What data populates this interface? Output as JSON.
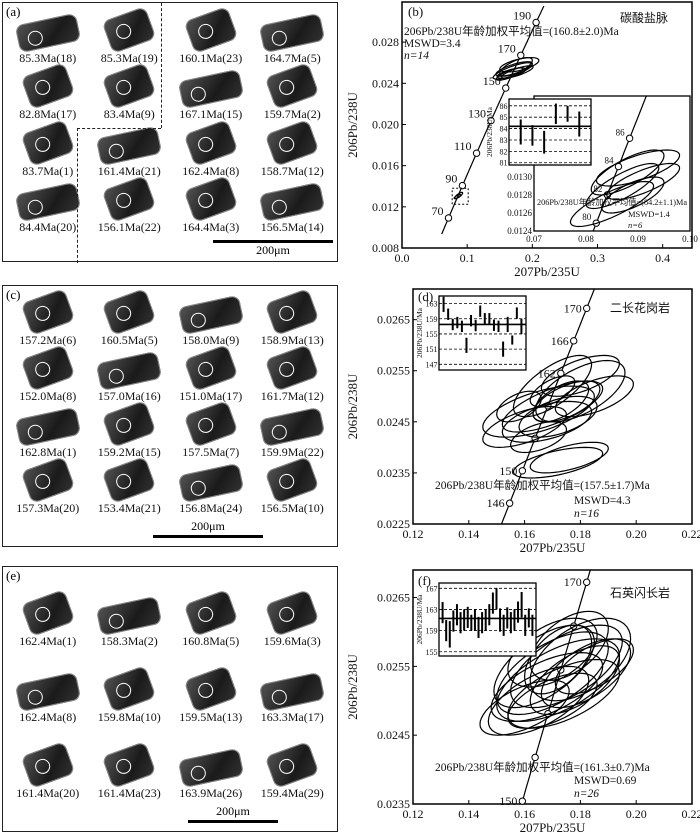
{
  "panels_left": [
    {
      "label": "(a)",
      "scale": "200μm",
      "zircons": [
        "85.3Ma(18)",
        "85.3Ma(19)",
        "160.1Ma(23)",
        "164.7Ma(5)",
        "82.8Ma(17)",
        "83.4Ma(9)",
        "167.1Ma(15)",
        "159.7Ma(2)",
        "83.7Ma(1)",
        "161.4Ma(21)",
        "162.4Ma(8)",
        "158.7Ma(12)",
        "84.4Ma(20)",
        "156.1Ma(22)",
        "164.4Ma(3)",
        "156.5Ma(14)"
      ]
    },
    {
      "label": "(c)",
      "scale": "200μm",
      "zircons": [
        "157.2Ma(6)",
        "160.5Ma(5)",
        "158.0Ma(9)",
        "158.9Ma(13)",
        "152.0Ma(8)",
        "157.0Ma(16)",
        "151.0Ma(17)",
        "161.7Ma(12)",
        "162.8Ma(1)",
        "159.2Ma(15)",
        "157.5Ma(7)",
        "159.9Ma(22)",
        "157.3Ma(20)",
        "153.4Ma(21)",
        "156.8Ma(24)",
        "156.5Ma(10)"
      ]
    },
    {
      "label": "(e)",
      "scale": "200μm",
      "zircons": [
        "162.4Ma(1)",
        "158.3Ma(2)",
        "160.8Ma(5)",
        "159.6Ma(3)",
        "162.4Ma(8)",
        "159.8Ma(10)",
        "159.5Ma(13)",
        "163.3Ma(17)",
        "161.4Ma(20)",
        "161.4Ma(23)",
        "163.9Ma(26)",
        "159.4Ma(29)"
      ]
    }
  ],
  "chart_data": [
    {
      "type": "scatter",
      "panel": "(b)",
      "title": "碳酸盐脉",
      "xlabel": "207Pb/235U",
      "ylabel": "206Pb/238U",
      "xlim": [
        0,
        0.445
      ],
      "ylim": [
        0.008,
        0.0319
      ],
      "xticks": [
        "0.0",
        "0.1",
        "0.2",
        "0.3",
        "0.4"
      ],
      "xtick_values": [
        0,
        0.1,
        0.2,
        0.3,
        0.4
      ],
      "yticks": [
        "0.008",
        "0.012",
        "0.016",
        "0.020",
        "0.024",
        "0.028"
      ],
      "ytick_values": [
        0.008,
        0.012,
        0.016,
        0.02,
        0.024,
        0.028
      ],
      "concordia_ages": [
        60,
        200
      ],
      "age_markers": [
        70,
        90,
        110,
        130,
        150,
        170,
        190
      ],
      "age_labels": [
        "70",
        "90",
        "110",
        "130",
        "150",
        "170",
        "190"
      ],
      "annotation": [
        "206Pb/238U年龄加权平均值=(160.8±2.0)Ma",
        "MSWD=3.4",
        "n=14"
      ],
      "ellipses": [
        [
          0.17,
          0.0252,
          0.03,
          0.0008,
          0.8
        ],
        [
          0.175,
          0.0256,
          0.025,
          0.0009,
          0.7
        ],
        [
          0.18,
          0.0258,
          0.03,
          0.0007,
          0.6
        ],
        [
          0.165,
          0.0249,
          0.02,
          0.0006,
          0.8
        ],
        [
          0.172,
          0.0254,
          0.028,
          0.0007,
          0.75
        ],
        [
          0.168,
          0.025,
          0.022,
          0.0005,
          0.7
        ],
        [
          0.177,
          0.0251,
          0.024,
          0.0006,
          0.8
        ],
        [
          0.087,
          0.0131,
          0.006,
          0.0003,
          0.8
        ],
        [
          0.085,
          0.013,
          0.005,
          0.0002,
          0.8
        ]
      ],
      "inset": {
        "xlim": [
          0.07,
          0.1
        ],
        "ylim": [
          0.0124,
          0.0133
        ],
        "xticks": [
          "0.07",
          "0.08",
          "0.09",
          "0.10"
        ],
        "xtick_values": [
          0.07,
          0.08,
          0.09,
          0.1
        ],
        "yticks": [
          "0.0124",
          "0.0126",
          "0.0128",
          "0.0130"
        ],
        "ytick_values": [
          0.0124,
          0.0126,
          0.0128,
          0.013
        ],
        "age_markers": [
          80,
          82,
          84,
          86
        ],
        "age_labels": [
          "80",
          "82",
          "84",
          "86"
        ],
        "annotation": [
          "206Pb/238U年龄加权平均值=(84.2±1.1)Ma",
          "MSWD=1.4",
          "n=6"
        ],
        "ellipses": [
          [
            0.088,
            0.01305,
            0.007,
            0.00025,
            0.75
          ],
          [
            0.09,
            0.0131,
            0.008,
            0.0002,
            0.7
          ],
          [
            0.087,
            0.0129,
            0.007,
            0.00025,
            0.8
          ],
          [
            0.089,
            0.0128,
            0.006,
            0.0002,
            0.7
          ],
          [
            0.085,
            0.0127,
            0.008,
            0.00025,
            0.8
          ],
          [
            0.091,
            0.01295,
            0.007,
            0.0002,
            0.75
          ]
        ]
      },
      "weighted_mean": {
        "ylabel": "206Pb/238U/Ma",
        "ylim": [
          80.8,
          86.6
        ],
        "ticks": [
          81,
          82,
          83,
          84,
          85,
          86
        ],
        "mean": 84.2,
        "values": [
          [
            83.7,
            1.1
          ],
          [
            83.4,
            0.9
          ],
          [
            82.8,
            1.0
          ],
          [
            85.3,
            0.9
          ],
          [
            85.3,
            0.7
          ],
          [
            84.4,
            1.1
          ]
        ]
      }
    },
    {
      "type": "scatter",
      "panel": "(d)",
      "title": "二长花岗岩",
      "xlabel": "207Pb/235U",
      "ylabel": "206Pb/238U",
      "xlim": [
        0.12,
        0.22
      ],
      "ylim": [
        0.0225,
        0.0271
      ],
      "xticks": [
        "0.12",
        "0.14",
        "0.16",
        "0.18",
        "0.20",
        "0.22"
      ],
      "xtick_values": [
        0.12,
        0.14,
        0.16,
        0.18,
        0.2,
        0.22
      ],
      "yticks": [
        "0.0225",
        "0.0235",
        "0.0245",
        "0.0255",
        "0.0265"
      ],
      "ytick_values": [
        0.0225,
        0.0235,
        0.0245,
        0.0255,
        0.0265
      ],
      "concordia_ages": [
        140,
        175
      ],
      "age_markers": [
        146,
        150,
        154,
        158,
        162,
        166,
        170
      ],
      "age_labels": [
        "146",
        "150",
        "",
        "",
        "162",
        "166",
        "170"
      ],
      "annotation": [
        "206Pb/238U年龄加权平均值=(157.5±1.7)Ma",
        "MSWD=4.3",
        "n=16"
      ],
      "ellipses": [
        [
          0.17,
          0.0252,
          0.014,
          0.0006,
          0.7
        ],
        [
          0.18,
          0.0251,
          0.016,
          0.0006,
          0.6
        ],
        [
          0.165,
          0.0247,
          0.02,
          0.0005,
          0.6
        ],
        [
          0.17,
          0.0248,
          0.018,
          0.0005,
          0.7
        ],
        [
          0.175,
          0.0249,
          0.012,
          0.0004,
          0.6
        ],
        [
          0.168,
          0.0245,
          0.016,
          0.0004,
          0.5
        ],
        [
          0.16,
          0.0244,
          0.015,
          0.0004,
          0.6
        ],
        [
          0.172,
          0.0246,
          0.014,
          0.0004,
          0.5
        ],
        [
          0.165,
          0.0242,
          0.01,
          0.0003,
          0.5
        ],
        [
          0.176,
          0.0238,
          0.014,
          0.0003,
          0.6
        ],
        [
          0.172,
          0.0237,
          0.016,
          0.0003,
          0.6
        ],
        [
          0.18,
          0.0254,
          0.014,
          0.0004,
          0.6
        ],
        [
          0.173,
          0.0249,
          0.01,
          0.0004,
          0.6
        ],
        [
          0.158,
          0.0248,
          0.008,
          0.0003,
          0.5
        ],
        [
          0.185,
          0.025,
          0.014,
          0.0004,
          0.6
        ],
        [
          0.17,
          0.0251,
          0.008,
          0.0003,
          0.6
        ]
      ],
      "weighted_mean": {
        "ylabel": "206Pb/238U/Ma",
        "ylim": [
          145.5,
          165
        ],
        "ticks": [
          147,
          151,
          155,
          159,
          163
        ],
        "mean": 157.5,
        "values": [
          [
            162.8,
            2
          ],
          [
            160.2,
            1.5
          ],
          [
            157.5,
            1.5
          ],
          [
            158,
            1.5
          ],
          [
            157,
            1.5
          ],
          [
            152,
            2
          ],
          [
            158.5,
            1.5
          ],
          [
            157.2,
            1.5
          ],
          [
            161,
            1.5
          ],
          [
            159,
            1.5
          ],
          [
            159,
            1.5
          ],
          [
            157.3,
            1.5
          ],
          [
            157,
            1.5
          ],
          [
            151,
            2
          ],
          [
            157.5,
            2
          ],
          [
            153.4,
            1.2
          ],
          [
            160.5,
            1.5
          ],
          [
            157,
            2
          ]
        ]
      }
    },
    {
      "type": "scatter",
      "panel": "(f)",
      "title": "石英闪长岩",
      "xlabel": "207Pb/235U",
      "ylabel": "206Pb/238U",
      "xlim": [
        0.12,
        0.22
      ],
      "ylim": [
        0.0235,
        0.0269
      ],
      "xticks": [
        "0.12",
        "0.14",
        "0.16",
        "0.18",
        "0.20",
        "0.22"
      ],
      "xtick_values": [
        0.12,
        0.14,
        0.16,
        0.18,
        0.2,
        0.22
      ],
      "yticks": [
        "0.0235",
        "0.0245",
        "0.0255",
        "0.0265"
      ],
      "ytick_values": [
        0.0235,
        0.0245,
        0.0255,
        0.0265
      ],
      "concordia_ages": [
        148,
        180
      ],
      "age_markers": [
        150,
        154,
        158,
        162,
        166,
        170
      ],
      "age_labels": [
        "150",
        "",
        "",
        "",
        "",
        "170"
      ],
      "annotation": [
        "206Pb/238U年龄加权平均值=(161.3±0.7)Ma",
        "MSWD=0.69",
        "n=26"
      ],
      "ellipses": [
        [
          0.17,
          0.0254,
          0.02,
          0.0006,
          0.6
        ],
        [
          0.175,
          0.0255,
          0.02,
          0.0006,
          0.6
        ],
        [
          0.168,
          0.0252,
          0.02,
          0.0005,
          0.6
        ],
        [
          0.18,
          0.0256,
          0.018,
          0.0006,
          0.5
        ],
        [
          0.172,
          0.0253,
          0.022,
          0.0006,
          0.6
        ],
        [
          0.165,
          0.025,
          0.018,
          0.0005,
          0.6
        ],
        [
          0.178,
          0.0253,
          0.016,
          0.0005,
          0.6
        ],
        [
          0.17,
          0.0257,
          0.016,
          0.0005,
          0.5
        ],
        [
          0.182,
          0.0254,
          0.016,
          0.0005,
          0.6
        ],
        [
          0.167,
          0.0255,
          0.018,
          0.0006,
          0.6
        ],
        [
          0.174,
          0.0251,
          0.02,
          0.0005,
          0.6
        ],
        [
          0.176,
          0.0258,
          0.014,
          0.0005,
          0.5
        ],
        [
          0.16,
          0.0249,
          0.016,
          0.0004,
          0.6
        ],
        [
          0.185,
          0.0255,
          0.014,
          0.0004,
          0.6
        ],
        [
          0.172,
          0.0256,
          0.012,
          0.0005,
          0.5
        ],
        [
          0.17,
          0.025,
          0.016,
          0.0004,
          0.6
        ]
      ],
      "weighted_mean": {
        "ylabel": "206Pb/238U/Ma",
        "ylim": [
          154.2,
          168
        ],
        "ticks": [
          155,
          159,
          163,
          167
        ],
        "mean": 161.3,
        "values": [
          [
            162.4,
            2
          ],
          [
            159,
            2
          ],
          [
            158.3,
            2.5
          ],
          [
            160.8,
            2
          ],
          [
            162,
            2
          ],
          [
            160.5,
            2
          ],
          [
            161,
            2
          ],
          [
            161.5,
            2
          ],
          [
            160.5,
            1.5
          ],
          [
            161,
            2
          ],
          [
            159.6,
            2
          ],
          [
            160.5,
            2
          ],
          [
            161,
            2
          ],
          [
            162,
            2
          ],
          [
            164.2,
            2
          ],
          [
            165,
            2
          ],
          [
            161,
            2.2
          ],
          [
            160,
            2
          ],
          [
            161.4,
            2
          ],
          [
            160.5,
            2
          ],
          [
            161,
            2
          ],
          [
            162.5,
            2
          ],
          [
            163.9,
            2.4
          ],
          [
            160,
            2
          ],
          [
            161.4,
            1.8
          ],
          [
            160,
            2
          ]
        ]
      }
    }
  ]
}
